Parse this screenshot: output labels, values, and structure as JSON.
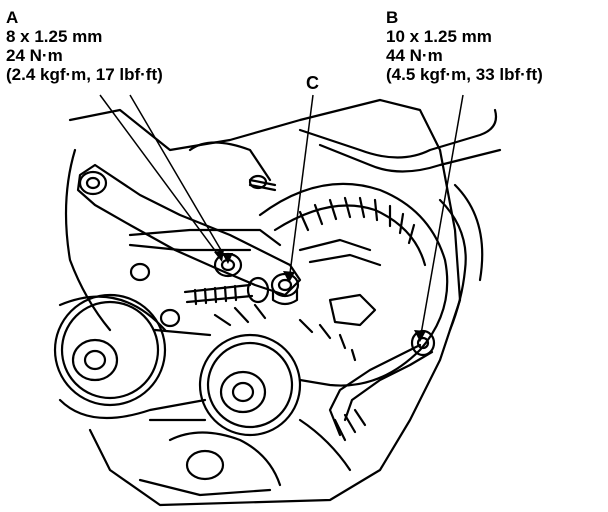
{
  "callouts": {
    "a": {
      "letter": "A",
      "size": "8 x 1.25 mm",
      "torque_nm": "24 N·m",
      "torque_alt": "(2.4 kgf·m, 17 lbf·ft)"
    },
    "b": {
      "letter": "B",
      "size": "10 x 1.25 mm",
      "torque_nm": "44 N·m",
      "torque_alt": "(4.5 kgf·m, 33 lbf·ft)"
    },
    "c": {
      "letter": "C"
    }
  }
}
